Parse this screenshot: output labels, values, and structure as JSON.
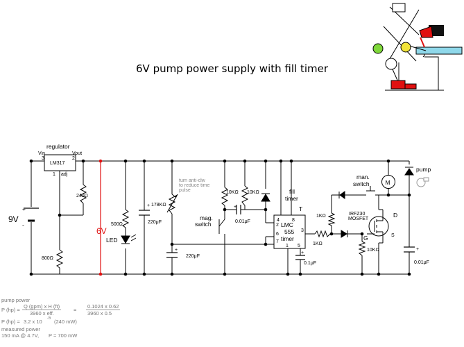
{
  "title": "6V pump power supply with fill timer",
  "colors": {
    "wire": "#000000",
    "output_rail": "#e01010",
    "annotation": "#888888",
    "mascot_red": "#e01010",
    "mascot_yellow": "#f2e43a",
    "mascot_green": "#7fd83a",
    "mascot_cyan": "#8fd8ea"
  },
  "components": {
    "battery": {
      "label": "9V",
      "plus": "+",
      "minus": "-"
    },
    "regulator": {
      "heading": "regulator",
      "chip": "LM317",
      "vin": "Vin",
      "vout": "Vout",
      "adj": "adj",
      "pin3": "3",
      "pin2": "2",
      "pin1": "1"
    },
    "r240": "240Ω",
    "r800": "800Ω",
    "output": "6V",
    "r500": "500Ω",
    "led": "LED",
    "c220_a": "220μF",
    "pot178": "178KΩ",
    "pot_note": [
      "turn anti-clw",
      "to reduce time",
      "pulse"
    ],
    "c220_b": "220μF",
    "r10k_a": "10KΩ",
    "r10k_b": "10KΩ",
    "c001_a": "0.01μF",
    "mag_switch": [
      "mag.",
      "switch"
    ],
    "timer": {
      "line1": "LMC",
      "line2": "555",
      "line3": "timer",
      "pin4": "4",
      "pin8": "8",
      "pin2": "2",
      "pin6": "6",
      "pin7": "7",
      "pin1": "1",
      "pin5": "5",
      "pin3": "3"
    },
    "fill_timer": [
      "fill",
      "timer",
      "T"
    ],
    "r1k_a": "1KΩ",
    "r1k_b": "1KΩ",
    "c01": "0.1μF",
    "man_switch": [
      "man.",
      "switch"
    ],
    "motor": "M",
    "pump": "pump",
    "mosfet": [
      "IRFZ30",
      "MOSFET"
    ],
    "mos_d": "D",
    "mos_g": "G",
    "mos_s": "S",
    "r10k_c": "10KΩ",
    "c001_b": "0.01μF",
    "plus": "+"
  },
  "notes": {
    "heading": "pump power",
    "line1_lhs": "P (hp) =",
    "line1_num": "Q (gpm) x H (ft)",
    "line1_den": "3960 x eff.",
    "line1_eq": "=",
    "line1_num2": "0.1024 x 0.62",
    "line1_den2": "3960 x 0.5",
    "line2_lhs": "P (hp) =",
    "line2_val": "3.2 x 10",
    "line2_exp": "-5",
    "line2_w": "(240 mW)",
    "heading2": "measured power",
    "line3": "150 mA @ 4.7V,",
    "line3b": "P = 700 mW"
  }
}
